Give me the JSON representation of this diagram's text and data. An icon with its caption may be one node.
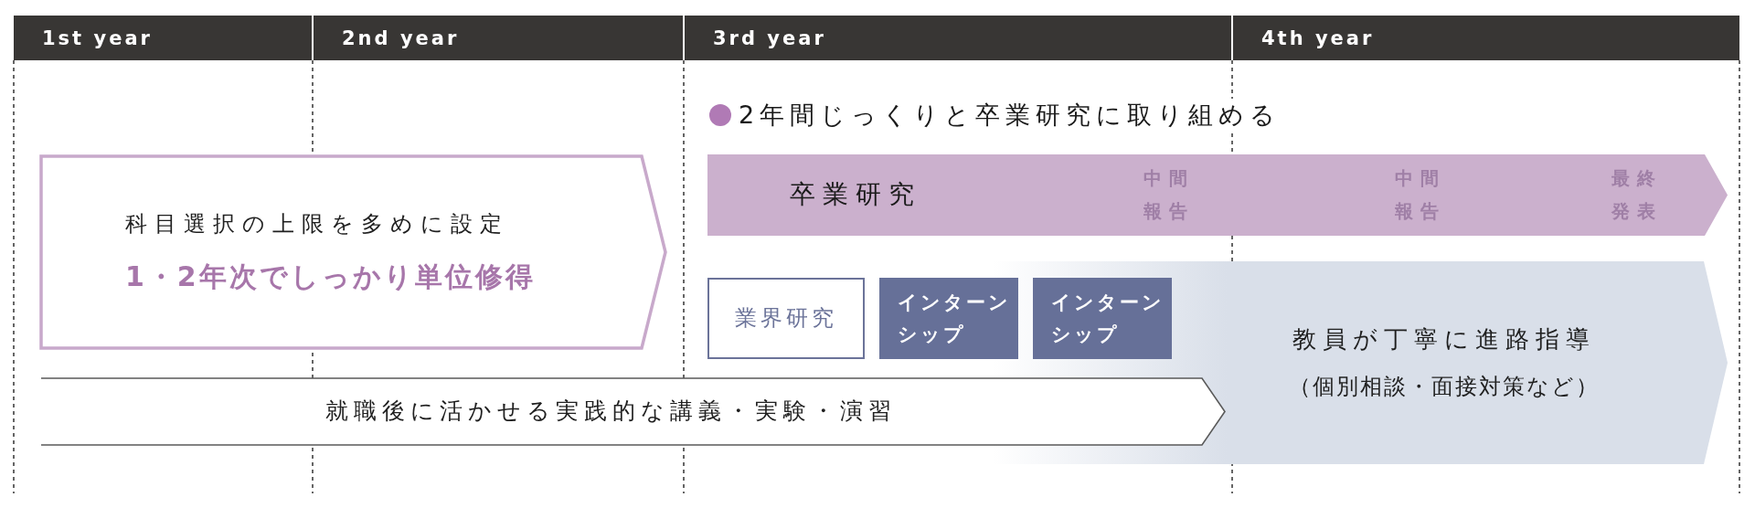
{
  "diagram": {
    "nodes": [
      {
        "text": [
          "科目選択の上限を多めに設定",
          "1・2年次でしっかり単位修得"
        ]
      },
      {
        "text": [
          "卒業研究",
          "中間報告",
          "中間報告",
          "最終発表"
        ]
      },
      {
        "text": [
          "業界研究"
        ]
      },
      {
        "text": [
          "インターンシップ"
        ]
      },
      {
        "text": [
          "インターンシップ"
        ]
      },
      {
        "text": [
          "教員が丁寧に進路指導",
          "（個別相談・面接対策など）"
        ]
      },
      {
        "text": [
          "就職後に活かせる実践的な講義・実験・演習"
        ]
      }
    ],
    "labels": [
      "1st year",
      "2nd year",
      "3rd year",
      "4th year",
      "2年間じっくりと卒業研究に取り組める"
    ]
  }
}
